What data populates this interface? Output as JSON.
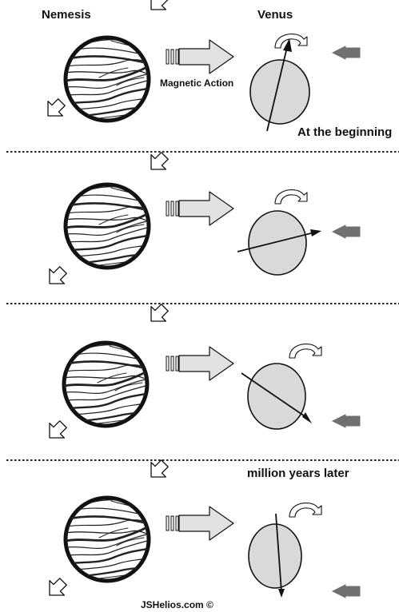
{
  "labels": {
    "nemesis": "Nemesis",
    "venus": "Venus",
    "magnetic_action": "Magnetic Action",
    "at_the_beginning": "At the beginning",
    "million_years_later": "million years later",
    "credit": "JSHelios.com  ©"
  },
  "colors": {
    "planet_fill": "#d9d9d9",
    "arrow_fill": "#e2e2e2",
    "incoming_arrow": "#707070",
    "stroke": "#111111"
  },
  "panels": [
    {
      "stage": "At the beginning",
      "venus_axis_tilt_deg": 20
    },
    {
      "stage": "",
      "venus_axis_tilt_deg": 75
    },
    {
      "stage": "",
      "venus_axis_tilt_deg": 125
    },
    {
      "stage": "million years later",
      "venus_axis_tilt_deg": 177
    }
  ]
}
